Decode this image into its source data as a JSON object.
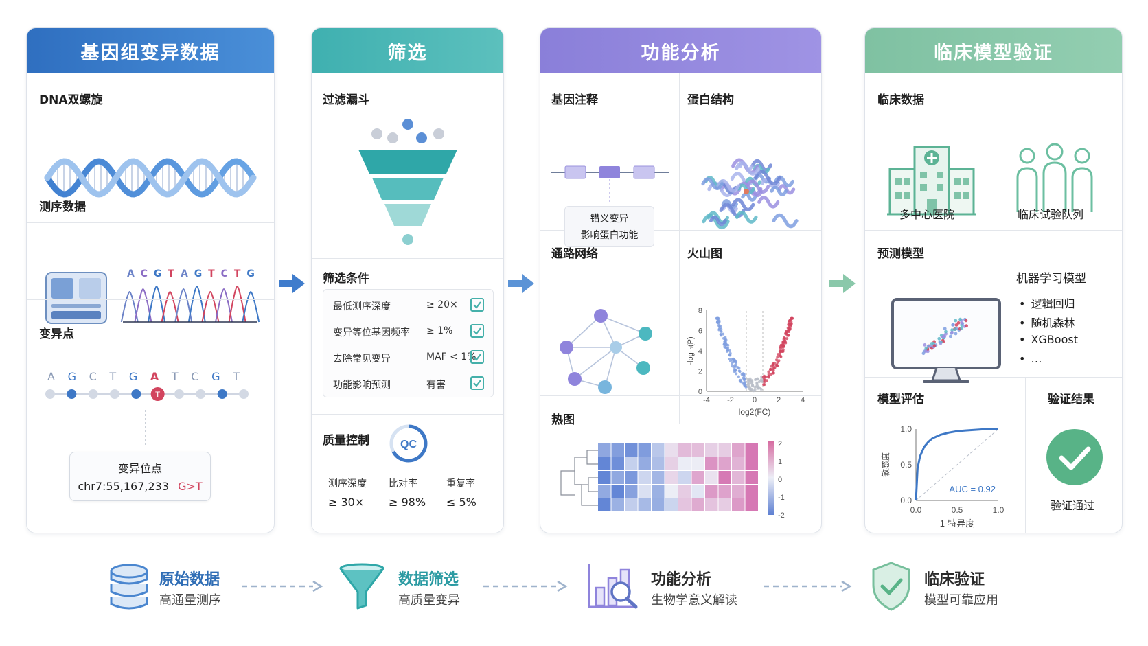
{
  "panels": {
    "genome": {
      "title": "基因组变异数据",
      "dna": {
        "title": "DNA双螺旋"
      },
      "seq": {
        "title": "测序数据",
        "bases": [
          "A",
          "C",
          "G",
          "T",
          "A",
          "G",
          "T",
          "C",
          "T",
          "G"
        ]
      },
      "variant": {
        "title": "变异点",
        "bases": [
          "A",
          "G",
          "C",
          "T",
          "G",
          "A",
          "T",
          "C",
          "G",
          "T"
        ],
        "alt_base": "T",
        "box_title": "变异位点",
        "position": "chr7:55,167,233",
        "change": "G>T"
      }
    },
    "filter": {
      "title": "筛选",
      "funnel": {
        "title": "过滤漏斗"
      },
      "criteria": {
        "title": "筛选条件",
        "rows": [
          {
            "label": "最低测序深度",
            "value": "≥ 20×"
          },
          {
            "label": "变异等位基因频率",
            "value": "≥ 1%"
          },
          {
            "label": "去除常见变异",
            "value": "MAF < 1%"
          },
          {
            "label": "功能影响预测",
            "value": "有害"
          }
        ]
      },
      "qc": {
        "title": "质量控制",
        "badge": "QC",
        "metrics": [
          {
            "label": "测序深度",
            "value": "≥ 30×"
          },
          {
            "label": "比对率",
            "value": "≥ 98%"
          },
          {
            "label": "重复率",
            "value": "≤ 5%"
          }
        ]
      }
    },
    "function": {
      "title": "功能分析",
      "annotation": {
        "title": "基因注释",
        "note_line1": "错义变异",
        "note_line2": "影响蛋白功能"
      },
      "protein": {
        "title": "蛋白结构"
      },
      "pathway": {
        "title": "通路网络"
      },
      "volcano": {
        "title": "火山图",
        "ylabel": "-log₁₀(P)",
        "xlabel": "log2(FC)",
        "yticks": [
          "0",
          "2",
          "4",
          "6",
          "8"
        ],
        "xticks": [
          "-4",
          "-2",
          "0",
          "2",
          "4"
        ]
      },
      "heatmap": {
        "title": "热图",
        "scale_ticks": [
          "2",
          "1",
          "0",
          "-1",
          "-2"
        ]
      }
    },
    "clinical": {
      "title": "临床模型验证",
      "data": {
        "title": "临床数据",
        "hospital_label": "多中心医院",
        "cohort_label": "临床试验队列"
      },
      "model": {
        "title": "预测模型",
        "list_title": "机器学习模型",
        "items": [
          "逻辑回归",
          "随机森林",
          "XGBoost",
          "…"
        ]
      },
      "eval": {
        "title": "模型评估",
        "ylabel": "敏感度",
        "xlabel": "1-特异度",
        "auc": "AUC = 0.92",
        "yticks": [
          "1.0",
          "0.5",
          "0.0"
        ],
        "xticks": [
          "0.0",
          "0.5",
          "1.0"
        ]
      },
      "result": {
        "title": "验证结果",
        "label": "验证通过"
      }
    }
  },
  "chart_data": {
    "type": "line",
    "title": "",
    "xlabel": "1-特异度",
    "ylabel": "敏感度",
    "xlim": [
      0,
      1
    ],
    "ylim": [
      0,
      1
    ],
    "series": [
      {
        "name": "AUC = 0.92",
        "x": [
          0,
          0.02,
          0.05,
          0.1,
          0.15,
          0.2,
          0.3,
          0.4,
          0.5,
          0.6,
          0.8,
          1.0
        ],
        "y": [
          0,
          0.45,
          0.62,
          0.75,
          0.82,
          0.87,
          0.92,
          0.95,
          0.97,
          0.98,
          0.995,
          1.0
        ]
      }
    ]
  },
  "bottom": [
    {
      "title": "原始数据",
      "subtitle": "高通量测序",
      "color": "#2f6db5"
    },
    {
      "title": "数据筛选",
      "subtitle": "高质量变异",
      "color": "#2a9aa2"
    },
    {
      "title": "功能分析",
      "subtitle": "生物学意义解读",
      "color": "#2b2b2b"
    },
    {
      "title": "临床验证",
      "subtitle": "模型可靠应用",
      "color": "#2b2b2b"
    }
  ],
  "colors": {
    "blue": "#3a77c4",
    "teal": "#46b3b3",
    "purple": "#8b82dc",
    "green": "#86c5a6",
    "red": "#d2455f"
  }
}
